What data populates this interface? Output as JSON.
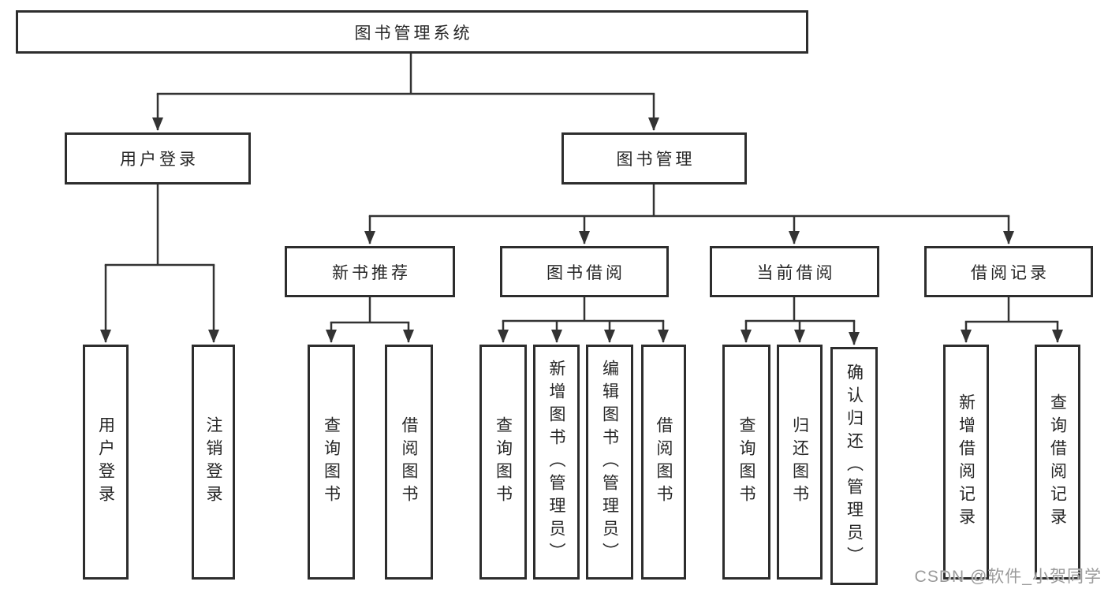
{
  "tree": {
    "label": "图书管理系统",
    "children": [
      {
        "label": "用户登录",
        "children": [
          {
            "label": "用户登录"
          },
          {
            "label": "注销登录"
          }
        ]
      },
      {
        "label": "图书管理",
        "children": [
          {
            "label": "新书推荐",
            "children": [
              {
                "label": "查询图书"
              },
              {
                "label": "借阅图书"
              }
            ]
          },
          {
            "label": "图书借阅",
            "children": [
              {
                "label": "查询图书"
              },
              {
                "label": "新增图书（管理员）"
              },
              {
                "label": "编辑图书（管理员）"
              },
              {
                "label": "借阅图书"
              }
            ]
          },
          {
            "label": "当前借阅",
            "children": [
              {
                "label": "查询图书"
              },
              {
                "label": "归还图书"
              },
              {
                "label": "确认归还（管理员）"
              }
            ]
          },
          {
            "label": "借阅记录",
            "children": [
              {
                "label": "新增借阅记录"
              },
              {
                "label": "查询借阅记录"
              }
            ]
          }
        ]
      }
    ]
  },
  "watermark": "CSDN @软件_小贺同学",
  "colors": {
    "line": "#333333",
    "box_border": "#2d2d2d",
    "text": "#262626",
    "background": "#ffffff",
    "watermark": "#9a9a9a"
  }
}
